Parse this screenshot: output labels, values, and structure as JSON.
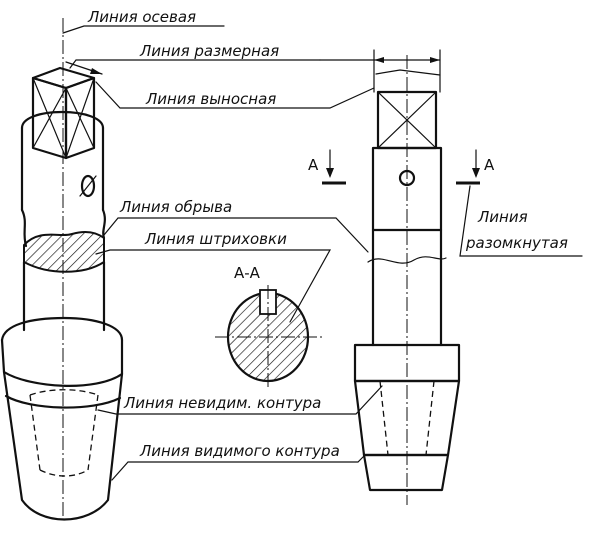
{
  "labels": {
    "axial": "Линия осевая",
    "dimension": "Линия размерная",
    "extension": "Линия выносная",
    "break": "Линия обрыва",
    "hatching": "Линия штриховки",
    "open_line_1": "Линия",
    "open_line_2": "разомкнутая",
    "hidden_contour": "Линия невидим. контура",
    "visible_contour": "Линия видимого контура"
  },
  "section": {
    "title": "А-А",
    "mark_left": "А",
    "mark_right": "А"
  }
}
